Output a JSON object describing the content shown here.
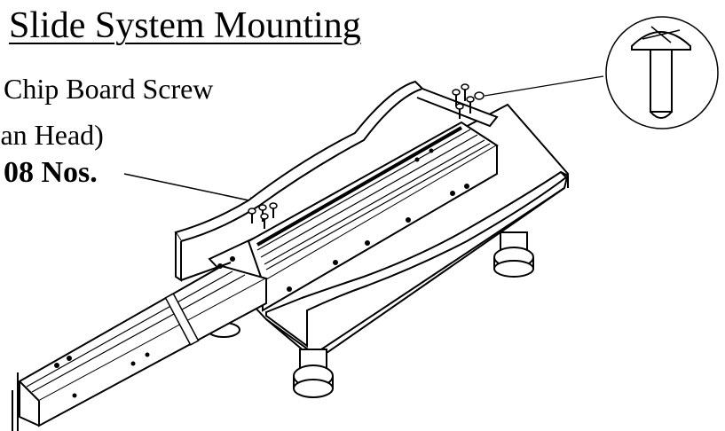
{
  "title": "Slide System Mounting",
  "hardware": {
    "line1": "Chip Board Screw",
    "line2": "(Pan Head)",
    "quantity": "08 Nos."
  },
  "icons": {
    "detail": "screw-detail-icon",
    "assembly": "slide-assembly-illustration"
  },
  "colors": {
    "ink": "#000000",
    "paper": "#ffffff"
  }
}
